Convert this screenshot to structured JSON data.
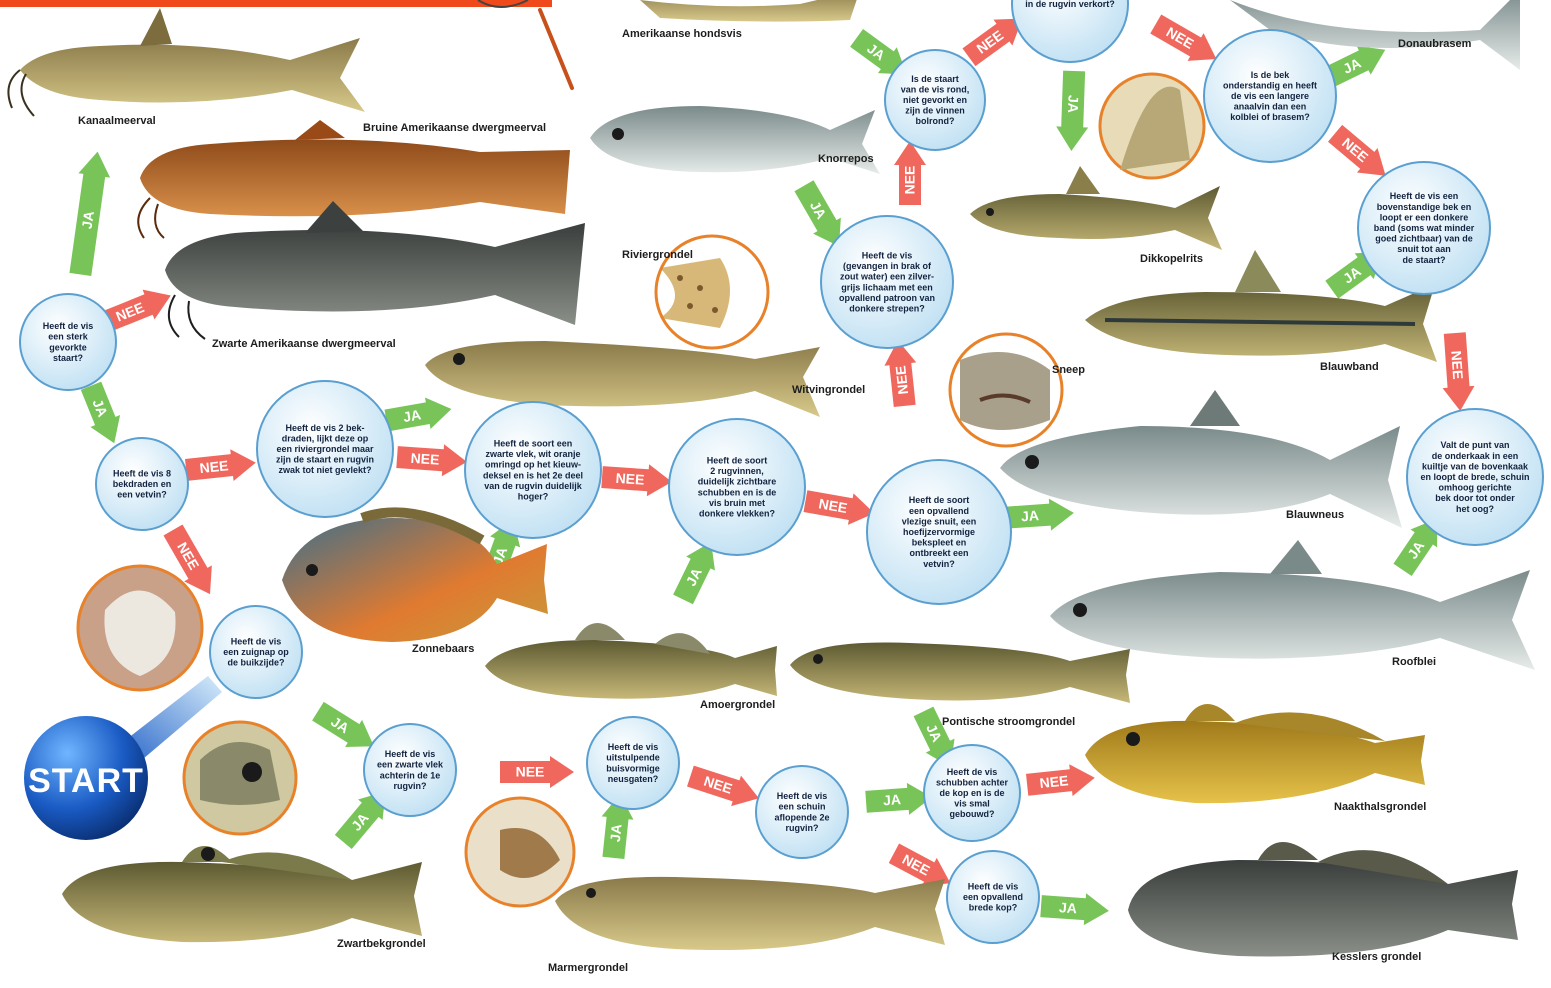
{
  "start_label": "START",
  "colors": {
    "yes": "#6cbf4a",
    "no": "#ef5b4f",
    "node": "#d8ecf8",
    "node_stroke": "#5a9fd0",
    "ring": "#e8822a",
    "banner": "#f04a1c"
  },
  "questions": [
    {
      "id": "q_top_partial",
      "lines": [
        "in de rugvin verkort?"
      ]
    },
    {
      "id": "q_tail_round",
      "lines": [
        "Is de staart",
        "van de vis rond,",
        "niet gevorkt en",
        "zijn de vinnen",
        "bolrond?"
      ]
    },
    {
      "id": "q_mouth_under",
      "lines": [
        "Is de bek",
        "onderstandig en heeft",
        "de vis een langere",
        "anaalvin dan een",
        "kolblei of brasem?"
      ]
    },
    {
      "id": "q_mouth_upper",
      "lines": [
        "Heeft de vis een",
        "bovenstandige bek en",
        "loopt er een donkere",
        "band (soms wat minder",
        "goed zichtbaar) van de",
        "snuit tot aan",
        "de staart?"
      ]
    },
    {
      "id": "q_silver",
      "lines": [
        "Heeft de vis",
        "(gevangen in brak of",
        "zout water) een zilver-",
        "grijs lichaam met een",
        "opvallend patroon van",
        "donkere strepen?"
      ]
    },
    {
      "id": "q_forked",
      "lines": [
        "Heeft de vis",
        "een sterk",
        "gevorkte",
        "staart?"
      ]
    },
    {
      "id": "q_barbels8",
      "lines": [
        "Heeft de vis 8",
        "bekdraden en",
        "een vetvin?"
      ]
    },
    {
      "id": "q_barbels2",
      "lines": [
        "Heeft de vis 2 bek-",
        "draden, lijkt deze op",
        "een riviergrondel maar",
        "zijn de staart en rugvin",
        "zwak tot niet gevlekt?"
      ]
    },
    {
      "id": "q_black_spot",
      "lines": [
        "Heeft de soort een",
        "zwarte vlek, wit oranje",
        "omringd op het kieuw-",
        "deksel en is het 2e deel",
        "van de rugvin duidelijk",
        "hoger?"
      ]
    },
    {
      "id": "q_two_dorsal",
      "lines": [
        "Heeft de soort",
        "2 rugvinnen,",
        "duidelijk zichtbare",
        "schubben en is de",
        "vis bruin met",
        "donkere vlekken?"
      ]
    },
    {
      "id": "q_snout",
      "lines": [
        "Heeft de soort",
        "een opvallend",
        "vlezige snuit, een",
        "hoefijzervormige",
        "bekspleet en",
        "ontbreekt een",
        "vetvin?"
      ]
    },
    {
      "id": "q_lower_jaw",
      "lines": [
        "Valt de punt van",
        "de onderkaak in een",
        "kuiltje van de bovenkaak",
        "en loopt de brede, schuin",
        "omhoog gerichte",
        "bek door tot onder",
        "het oog?"
      ]
    },
    {
      "id": "q_suction",
      "lines": [
        "Heeft de vis",
        "een zuignap op",
        "de buikzijde?"
      ]
    },
    {
      "id": "q_black_fin",
      "lines": [
        "Heeft de vis",
        "een zwarte vlek",
        "achterin de 1e",
        "rugvin?"
      ]
    },
    {
      "id": "q_nostrils",
      "lines": [
        "Heeft de vis",
        "uitstulpende",
        "buisvormige",
        "neusgaten?"
      ]
    },
    {
      "id": "q_sloping",
      "lines": [
        "Heeft de vis",
        "een schuin",
        "aflopende 2e",
        "rugvin?"
      ]
    },
    {
      "id": "q_scales",
      "lines": [
        "Heeft de vis",
        "schubben achter",
        "de kop en is de",
        "vis smal",
        "gebouwd?"
      ]
    },
    {
      "id": "q_broad_head",
      "lines": [
        "Heeft de vis",
        "een opvallend",
        "brede kop?"
      ]
    }
  ],
  "arrows": {
    "yes": "JA",
    "no": "NEE"
  },
  "species": [
    {
      "id": "amerikaanse_hondsvis",
      "name": "Amerikaanse hondsvis"
    },
    {
      "id": "donaubrasem",
      "name": "Donaubrasem"
    },
    {
      "id": "kanaalmeerval",
      "name": "Kanaalmeerval"
    },
    {
      "id": "bruine_dwergmeerval",
      "name": "Bruine Amerikaanse dwergmeerval"
    },
    {
      "id": "knorrepos",
      "name": "Knorrepos"
    },
    {
      "id": "zwarte_dwergmeerval",
      "name": "Zwarte Amerikaanse dwergmeerval"
    },
    {
      "id": "riviergrondel",
      "name": "Riviergrondel"
    },
    {
      "id": "dikkopelrits",
      "name": "Dikkopelrits"
    },
    {
      "id": "blauwband",
      "name": "Blauwband"
    },
    {
      "id": "witvingrondel",
      "name": "Witvingrondel"
    },
    {
      "id": "sneep",
      "name": "Sneep"
    },
    {
      "id": "blauwneus",
      "name": "Blauwneus"
    },
    {
      "id": "zonnebaars",
      "name": "Zonnebaars"
    },
    {
      "id": "roofblei",
      "name": "Roofblei"
    },
    {
      "id": "amoergrondel",
      "name": "Amoergrondel"
    },
    {
      "id": "pontische_stroomgrondel",
      "name": "Pontische stroomgrondel"
    },
    {
      "id": "naakthalsgrondel",
      "name": "Naakthalsgrondel"
    },
    {
      "id": "zwartbekgrondel",
      "name": "Zwartbekgrondel"
    },
    {
      "id": "marmergrondel",
      "name": "Marmergrondel"
    },
    {
      "id": "kesslers_grondel",
      "name": "Kesslers grondel"
    }
  ]
}
